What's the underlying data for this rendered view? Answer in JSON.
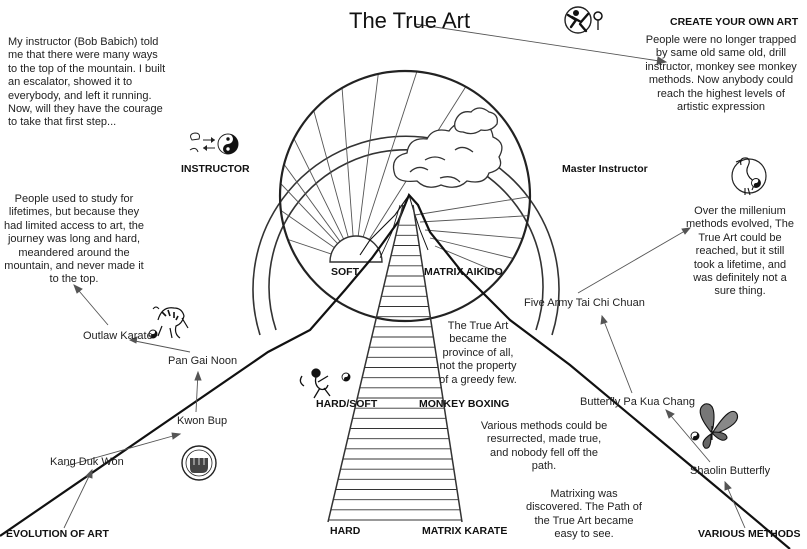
{
  "title": "The True Art",
  "headings": {
    "create_your_own_art": "CREATE YOUR OWN ART",
    "instructor": "INSTRUCTOR",
    "master_instructor": "Master Instructor",
    "evolution_of_art": "EVOLUTION OF ART",
    "various_methods": "VARIOUS METHODS"
  },
  "styles": {
    "soft": "SOFT",
    "matrix_aikido": "MATRIX AIKIDO",
    "hard_soft": "HARD/SOFT",
    "monkey_boxing": "MONKEY BOXING",
    "hard": "HARD",
    "matrix_karate": "MATRIX KARATE"
  },
  "methods_left": [
    "Outlaw Karate",
    "Pan Gai Noon",
    "Kwon Bup",
    "Kang Duk Won"
  ],
  "methods_right": [
    "Five Army Tai Chi Chuan",
    "Butterfly Pa Kua Chang",
    "Shaolin Butterfly"
  ],
  "notes": {
    "instructor_quote": "My instructor (Bob Babich) told me that there were many ways to the top of the mountain. I built an escalator, showed it to everybody, and left it running. Now, will they have the courage to take that first step...",
    "create_own_art": "People were no longer trapped by same old same old, drill instructor, monkey see monkey methods. Now anybody could reach the highest levels of artistic expression",
    "lifetimes": "People used to study for lifetimes, but because they had limited access to art, the journey was long and hard, meandered around the mountain, and never made it to the top.",
    "millenium": "Over the millenium methods evolved, The True Art could be reached, but it still took a lifetime, and was definitely not a sure thing.",
    "province": "The True Art became the province of all, not the property of a greedy few.",
    "resurrected": "Various methods could be resurrected, made true, and nobody fell off the path.",
    "matrixing": "Matrixing was discovered. The Path of the True Art became easy to see."
  },
  "icons": [
    "fighter-icon",
    "yin-yang-icon",
    "crane-icon",
    "tiger-icon",
    "monkey-icon",
    "fist-icon",
    "butterfly-icon",
    "sun-icon",
    "cloud-icon"
  ]
}
